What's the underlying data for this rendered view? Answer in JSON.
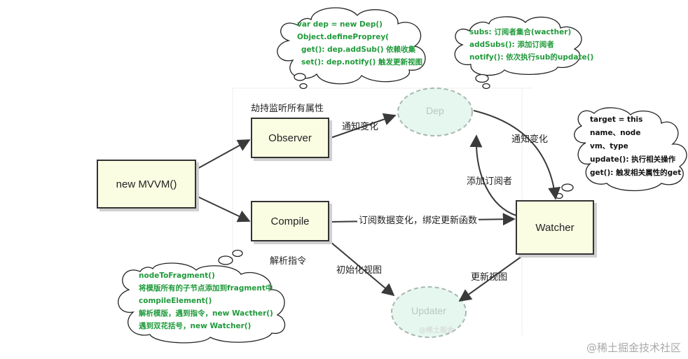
{
  "nodes": {
    "mvvm": "new MVVM()",
    "observer": "Observer",
    "compile": "Compile",
    "watcher": "Watcher",
    "dep": "Dep",
    "updater": "Updater"
  },
  "edge_labels": {
    "hijack": "劫持监听所有属性",
    "notify_change_1": "通知变化",
    "notify_change_2": "通知变化",
    "add_subscriber": "添加订阅者",
    "subscribe": "订阅数据变化，绑定更新函数",
    "parse": "解析指令",
    "init_view": "初始化视图",
    "update_view": "更新视图"
  },
  "notes": {
    "observer_code": [
      "var dep = new Dep()",
      "Object.defineProprey(",
      "get(): dep.addSub() 依赖收集",
      "set(): dep.notify()  触发更新视图"
    ],
    "dep_info": [
      "subs: 订阅者集合(wacther)",
      "addSubs(): 添加订阅者",
      "notify(): 依次执行sub的update()"
    ],
    "watcher_info": [
      "target = this",
      "name、node",
      "vm、type",
      "update(): 执行相关操作",
      "get(): 触发相关属性的get"
    ],
    "compile_info": [
      "nodeToFragment()",
      "将模版所有的子节点添加到fragment中",
      "compileElement()",
      "解析模版，遇到指令，new Wacther()",
      "遇到双花括号，new Watcher()"
    ]
  },
  "faint_text": "@稀土掘金",
  "watermark": "@稀土掘金技术社区",
  "colors": {
    "box_fill": "#fbfde3",
    "circle_fill": "#e6f7f0",
    "circle_stroke": "#a8b8b0",
    "note_green": "#1f9a3a",
    "arrow": "#3a3a3a"
  }
}
